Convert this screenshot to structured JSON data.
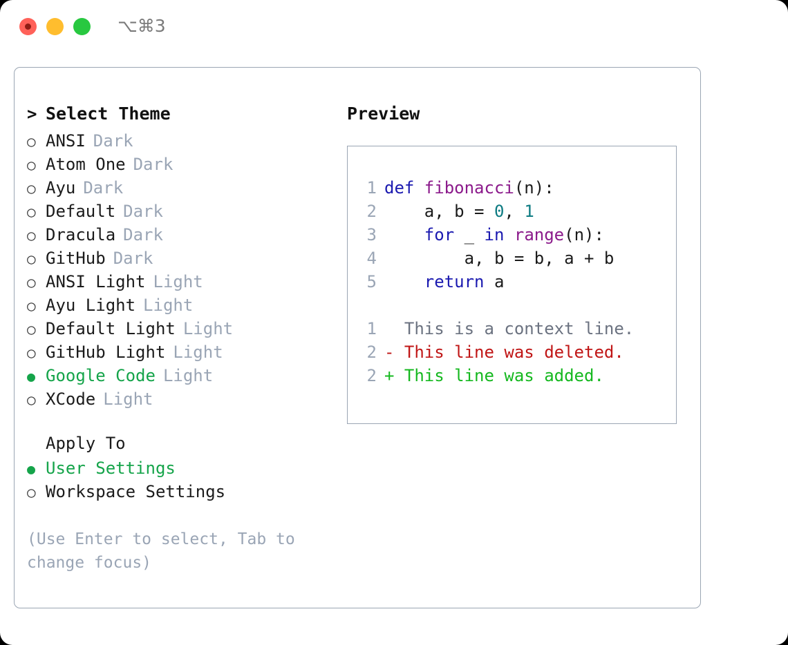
{
  "titlebar": {
    "shortcut": "⌥⌘3",
    "traffic_lights": [
      {
        "name": "close",
        "color": "#ff6159"
      },
      {
        "name": "minimize",
        "color": "#ffbd2e"
      },
      {
        "name": "maximize",
        "color": "#28c840"
      }
    ]
  },
  "colors": {
    "selected_green": "#15a44a",
    "muted": "#9aa5b5",
    "text": "#1b1b1b",
    "border": "#9aa5b3",
    "keyword": "#1b1ab0",
    "function": "#8b1a8b",
    "number": "#0d7b82",
    "diff_context": "#6b7280",
    "diff_deleted": "#c01616",
    "diff_added": "#15b81f"
  },
  "theme_picker": {
    "header_marker": ">",
    "header_label": "Select Theme",
    "items": [
      {
        "marker": "○",
        "name": "ANSI",
        "tag": "Dark",
        "selected": false
      },
      {
        "marker": "○",
        "name": "Atom One",
        "tag": "Dark",
        "selected": false
      },
      {
        "marker": "○",
        "name": "Ayu",
        "tag": "Dark",
        "selected": false
      },
      {
        "marker": "○",
        "name": "Default",
        "tag": "Dark",
        "selected": false
      },
      {
        "marker": "○",
        "name": "Dracula",
        "tag": "Dark",
        "selected": false
      },
      {
        "marker": "○",
        "name": "GitHub",
        "tag": "Dark",
        "selected": false
      },
      {
        "marker": "○",
        "name": "ANSI Light",
        "tag": "Light",
        "selected": false
      },
      {
        "marker": "○",
        "name": "Ayu Light",
        "tag": "Light",
        "selected": false
      },
      {
        "marker": "○",
        "name": "Default Light",
        "tag": "Light",
        "selected": false
      },
      {
        "marker": "○",
        "name": "GitHub Light",
        "tag": "Light",
        "selected": false
      },
      {
        "marker": "●",
        "name": "Google Code",
        "tag": "Light",
        "selected": true
      },
      {
        "marker": "○",
        "name": "XCode",
        "tag": "Light",
        "selected": false
      }
    ]
  },
  "apply_to": {
    "header_label": "Apply To",
    "items": [
      {
        "marker": "●",
        "name": "User Settings",
        "selected": true
      },
      {
        "marker": "○",
        "name": "Workspace Settings",
        "selected": false
      }
    ]
  },
  "hint": "(Use Enter to select, Tab to change focus)",
  "preview": {
    "title": "Preview",
    "code_lines": [
      {
        "gutter": "1",
        "tokens": [
          {
            "text": "def ",
            "type": "keyword"
          },
          {
            "text": "fibonacci",
            "type": "function"
          },
          {
            "text": "(n):",
            "type": "plain"
          }
        ]
      },
      {
        "gutter": "2",
        "tokens": [
          {
            "text": "    a, b = ",
            "type": "plain"
          },
          {
            "text": "0",
            "type": "number"
          },
          {
            "text": ", ",
            "type": "plain"
          },
          {
            "text": "1",
            "type": "number"
          }
        ]
      },
      {
        "gutter": "3",
        "tokens": [
          {
            "text": "    ",
            "type": "plain"
          },
          {
            "text": "for",
            "type": "keyword"
          },
          {
            "text": " _ ",
            "type": "plain"
          },
          {
            "text": "in",
            "type": "keyword"
          },
          {
            "text": " ",
            "type": "plain"
          },
          {
            "text": "range",
            "type": "function"
          },
          {
            "text": "(n):",
            "type": "plain"
          }
        ]
      },
      {
        "gutter": "4",
        "tokens": [
          {
            "text": "        a, b = b, a + b",
            "type": "plain"
          }
        ]
      },
      {
        "gutter": "5",
        "tokens": [
          {
            "text": "    ",
            "type": "plain"
          },
          {
            "text": "return",
            "type": "keyword"
          },
          {
            "text": " a",
            "type": "plain"
          }
        ]
      }
    ],
    "diff_lines": [
      {
        "gutter": "1",
        "prefix": "  ",
        "text": "This is a context line.",
        "type": "context"
      },
      {
        "gutter": "2",
        "prefix": "- ",
        "text": "This line was deleted.",
        "type": "deleted"
      },
      {
        "gutter": "2",
        "prefix": "+ ",
        "text": "This line was added.",
        "type": "added"
      }
    ]
  }
}
